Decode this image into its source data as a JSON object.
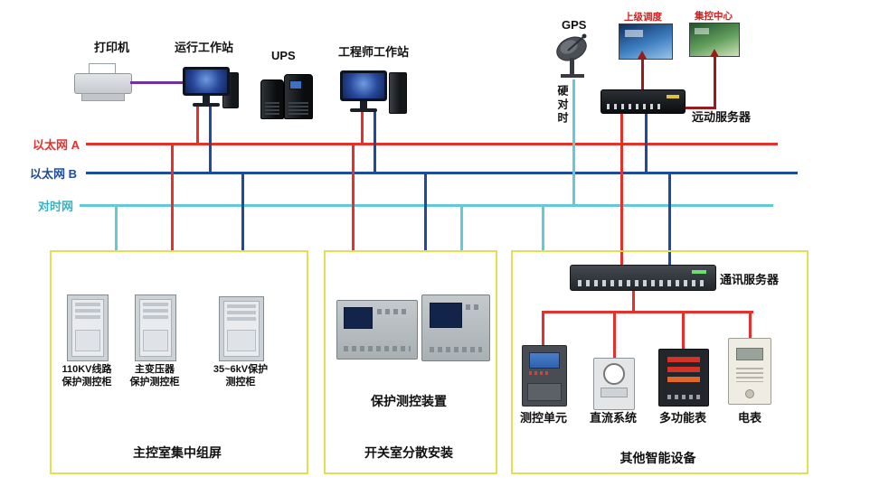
{
  "colors": {
    "ethernet_a": "#e5302b",
    "ethernet_b": "#1e4b9b",
    "time_sync": "#63c9d3",
    "box_border": "#e2df55",
    "printer_link": "#7030a0",
    "uplink_arrow": "#971c1c",
    "inner_bus": "#e5302b"
  },
  "buses": {
    "ethernet_a": "以太网 A",
    "ethernet_b": "以太网 B",
    "time_sync": "对时网"
  },
  "devices": {
    "printer": "打印机",
    "operator_workstation": "运行工作站",
    "ups": "UPS",
    "engineer_workstation": "工程师工作站",
    "gps": "GPS",
    "hard_time_sync": "硬对时",
    "upper_dispatch": "上级调度",
    "central_control": "集控中心",
    "telecontrol_server": "远动服务器",
    "comm_server": "通讯服务器"
  },
  "left_box": {
    "cabinets": [
      {
        "line1": "110KV线路",
        "line2": "保护测控柜"
      },
      {
        "line1": "主变压器",
        "line2": "保护测控柜"
      },
      {
        "line1": "35~6kV保护",
        "line2": "测控柜"
      }
    ],
    "caption": "主控室集中组屏"
  },
  "middle_box": {
    "device_label": "保护测控装置",
    "caption": "开关室分散安装"
  },
  "right_box": {
    "device_labels": [
      "测控单元",
      "直流系统",
      "多功能表",
      "电表"
    ],
    "caption": "其他智能设备"
  }
}
